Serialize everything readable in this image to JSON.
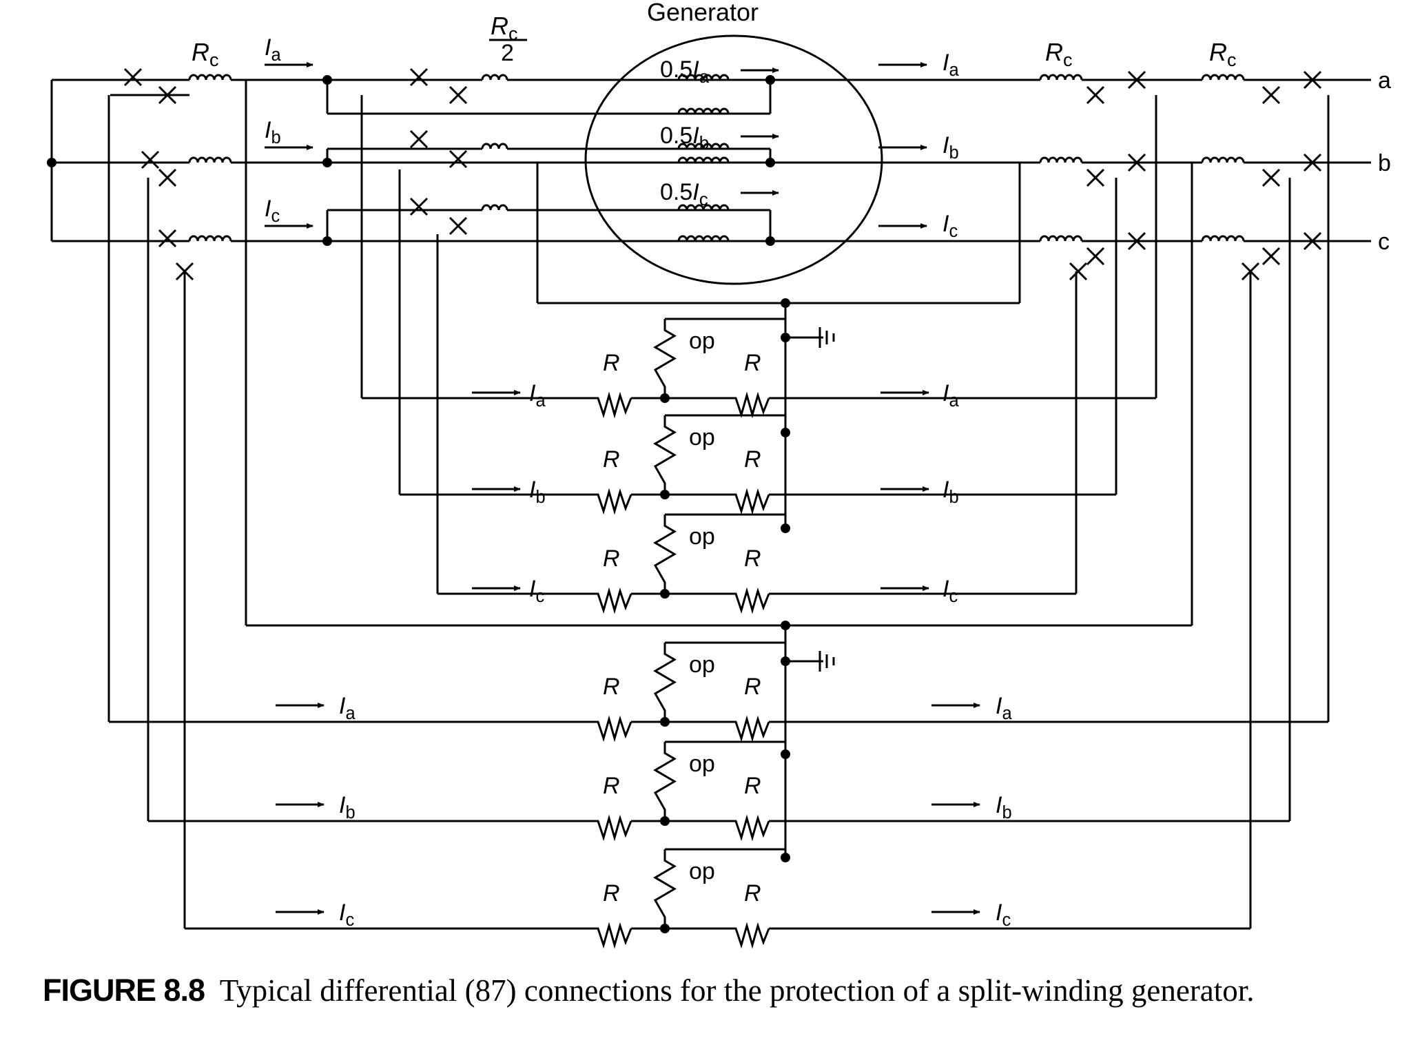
{
  "diagram": {
    "generator_label": "Generator",
    "rc_label": "R",
    "rc_sub": "c",
    "rc_half_den": "2",
    "winding_labels": [
      {
        "pre": "0.5",
        "cur": "I",
        "sub": "a"
      },
      {
        "pre": "0.5",
        "cur": "I",
        "sub": "b"
      },
      {
        "pre": "0.5",
        "cur": "I",
        "sub": "c"
      }
    ],
    "phase_labels": [
      "a",
      "b",
      "c"
    ],
    "current_symbol": "I",
    "phase_subs": [
      "a",
      "b",
      "c"
    ],
    "resistor_label": "R",
    "op_label": "op"
  },
  "caption": {
    "number": "FIGURE 8.8",
    "text": "Typical differential (87) connections for the protection of a split-winding generator."
  },
  "colors": {
    "ink": "#000000",
    "background": "#ffffff"
  }
}
